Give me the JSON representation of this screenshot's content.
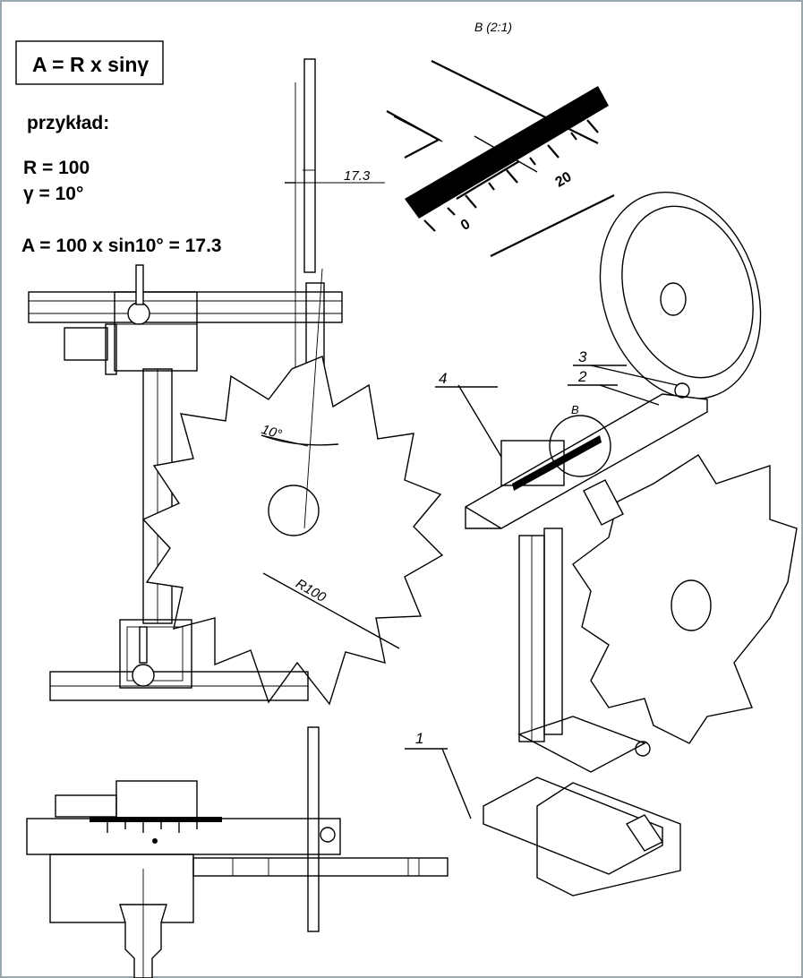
{
  "formula_box": {
    "formula": "A = R x sinγ"
  },
  "example": {
    "heading": "przykład:",
    "r_line": "R = 100",
    "gamma_line": "γ  = 10°",
    "result_line": "A = 100 x sin10° = 17.3"
  },
  "detail_view": {
    "label": "B (2:1)",
    "scale_zero": "0",
    "scale_twenty": "20"
  },
  "dimensions": {
    "offset": "17.3",
    "angle": "10°",
    "radius": "R100"
  },
  "callouts": {
    "part_1": "1",
    "part_2": "2",
    "part_3": "3",
    "part_4": "4",
    "detail_mark": "B"
  }
}
